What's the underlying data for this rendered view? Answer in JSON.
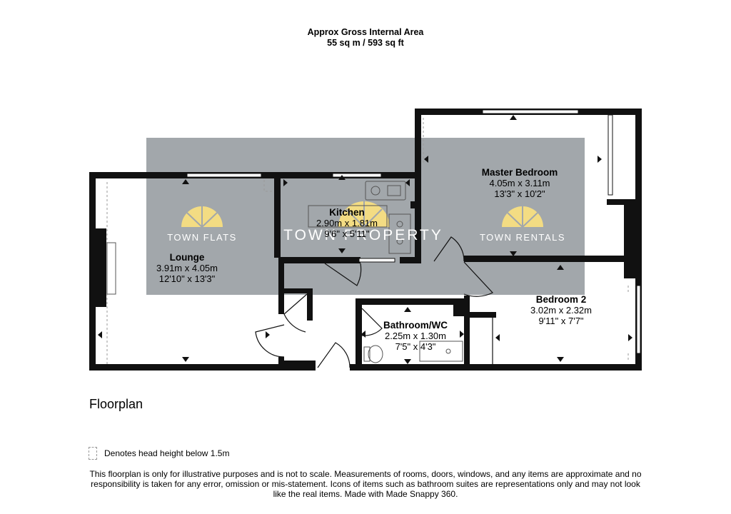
{
  "header": {
    "line1": "Approx Gross Internal Area",
    "line2": "55 sq m / 593 sq ft"
  },
  "watermark": {
    "left": "TOWN FLATS",
    "center": "TOWN PROPERTY",
    "right": "TOWN RENTALS",
    "band_color": "#a2a7ab",
    "logo_color": "#f3dc83"
  },
  "rooms": [
    {
      "name": "Master Bedroom",
      "metric": "4.05m x 3.11m",
      "imperial": "13'3\" x 10'2\""
    },
    {
      "name": "Kitchen",
      "metric": "2.90m x 1.81m",
      "imperial": "9'6\" x 5'11\""
    },
    {
      "name": "Lounge",
      "metric": "3.91m x 4.05m",
      "imperial": "12'10\" x 13'3\""
    },
    {
      "name": "Bedroom 2",
      "metric": "3.02m x 2.32m",
      "imperial": "9'11\" x 7'7\""
    },
    {
      "name": "Bathroom/WC",
      "metric": "2.25m x 1.30m",
      "imperial": "7'5\" x 4'3\""
    }
  ],
  "floorplan_title": "Floorplan",
  "legend": {
    "text": "Denotes head height below 1.5m"
  },
  "disclaimer": "This floorplan is only for illustrative purposes and is not to scale. Measurements of rooms, doors, windows, and any items are approximate and no responsibility is taken for any error, omission or mis-statement. Icons of items such as bathroom suites are representations only and may not look like the real items. Made with Made Snappy 360."
}
